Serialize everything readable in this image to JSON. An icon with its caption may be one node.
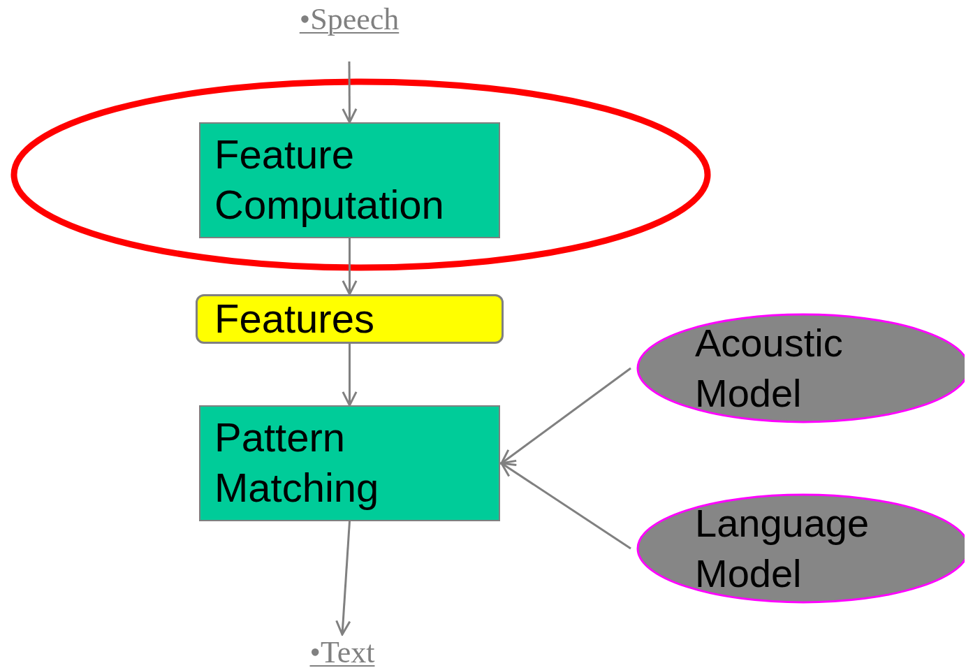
{
  "diagram": {
    "nodes": [
      {
        "text": [
          "•Speech"
        ]
      },
      {
        "text": [],
        "shape": "circle"
      },
      {
        "text": [
          "Feature Computation"
        ],
        "in": 1
      },
      {
        "text": [
          "Features"
        ]
      },
      {
        "text": [
          "Pattern Matching"
        ]
      },
      {
        "text": [
          "Acoustic Model"
        ]
      },
      {
        "text": [
          "Language Model"
        ]
      },
      {
        "text": [
          "•Text"
        ]
      }
    ],
    "edges": [
      {
        "from": 0,
        "to": 2,
        "arrow": "to"
      },
      {
        "from": 2,
        "to": 3,
        "arrow": "to"
      },
      {
        "from": 3,
        "to": 4,
        "arrow": "to"
      },
      {
        "from": 4,
        "to": 7,
        "arrow": "to"
      },
      {
        "from": 5,
        "to": 4,
        "arrow": "to"
      },
      {
        "from": 6,
        "to": 4,
        "arrow": "to"
      }
    ]
  }
}
